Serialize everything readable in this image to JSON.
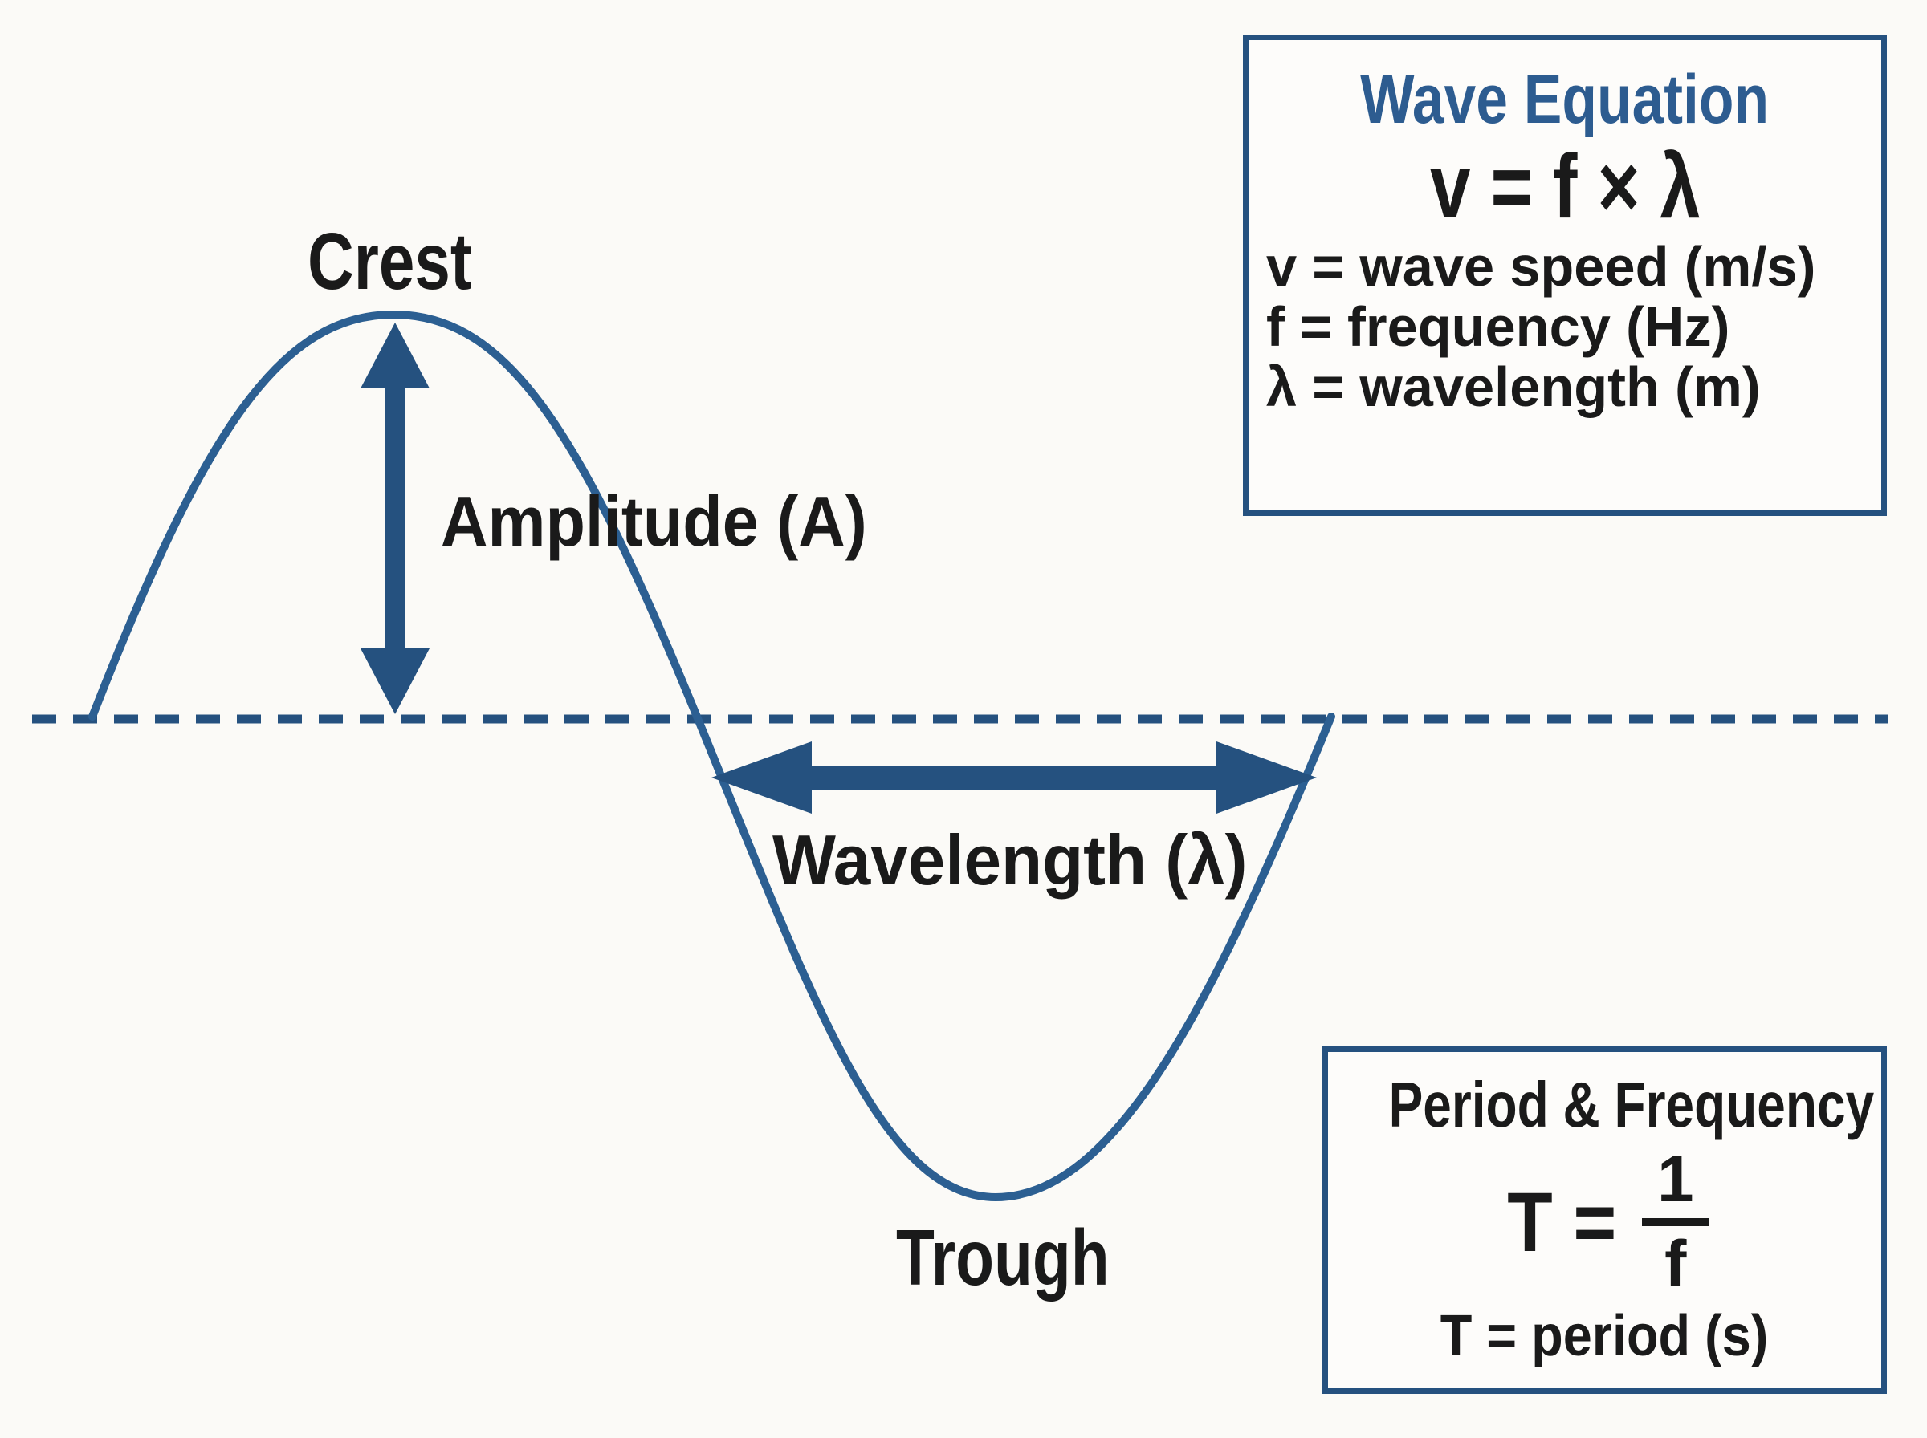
{
  "colors": {
    "bg": "#fbfaf7",
    "ink": "#1a1a1a",
    "blue-solid": "#25517f",
    "blue-line": "#2c5f92",
    "blue-title": "#2d5c90"
  },
  "diagram": {
    "crest_label": "Crest",
    "amplitude_label": "Amplitude (A)",
    "wavelength_label": "Wavelength (λ)",
    "trough_label": "Trough"
  },
  "wave_equation_box": {
    "title": "Wave Equation",
    "formula": "v = f × λ",
    "definitions": [
      "v = wave speed (m/s)",
      "f = frequency (Hz)",
      "λ = wavelength (m)"
    ]
  },
  "period_box": {
    "title": "Period & Frequency",
    "formula_lhs": "T =",
    "fraction_numerator": "1",
    "fraction_denominator": "f",
    "definition": "T = period (s)"
  }
}
